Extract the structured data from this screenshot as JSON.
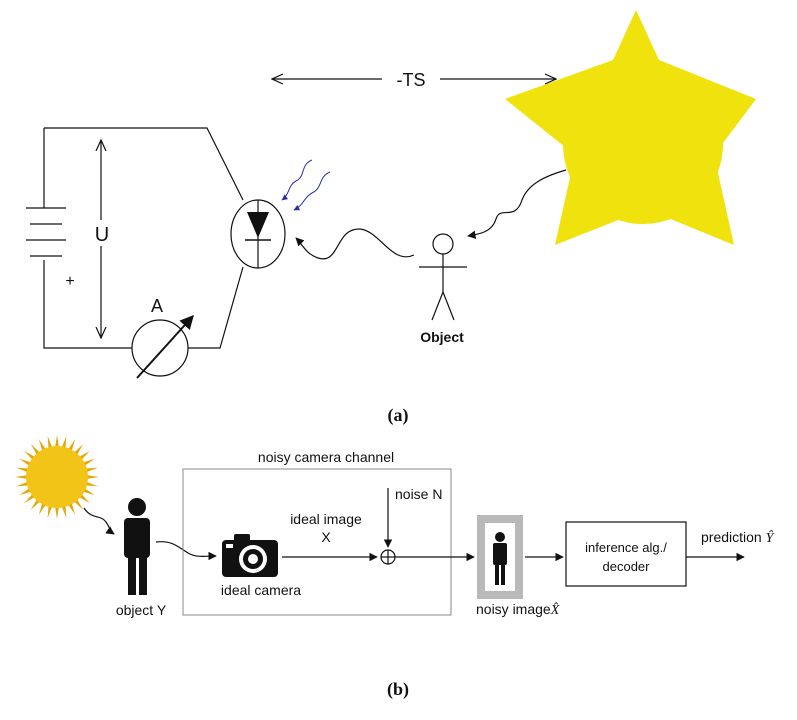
{
  "panel_a": {
    "distance_label": "-TS",
    "voltage_label": "U",
    "plus_label": "+",
    "ammeter_label": "A",
    "object_label": "Object",
    "caption": "(a)"
  },
  "panel_b": {
    "channel_label": "noisy camera channel",
    "noise_label": "noise N",
    "ideal_image_line1": "ideal image",
    "ideal_image_line2": "X",
    "object_label": "object Y",
    "camera_label": "ideal camera",
    "noisy_image_label": "noisy image",
    "noisy_image_symbol": "X̂",
    "decoder_line1": "inference alg./",
    "decoder_line2": "decoder",
    "prediction_label": "prediction",
    "prediction_symbol": "Ŷ",
    "caption": "(b)"
  },
  "colors": {
    "big_sun": "#f0e20c",
    "small_sun": "#f2c418",
    "small_sun_rays": "#e4a808",
    "noisy_frame": "#b9b9b9",
    "line": "#111111"
  }
}
